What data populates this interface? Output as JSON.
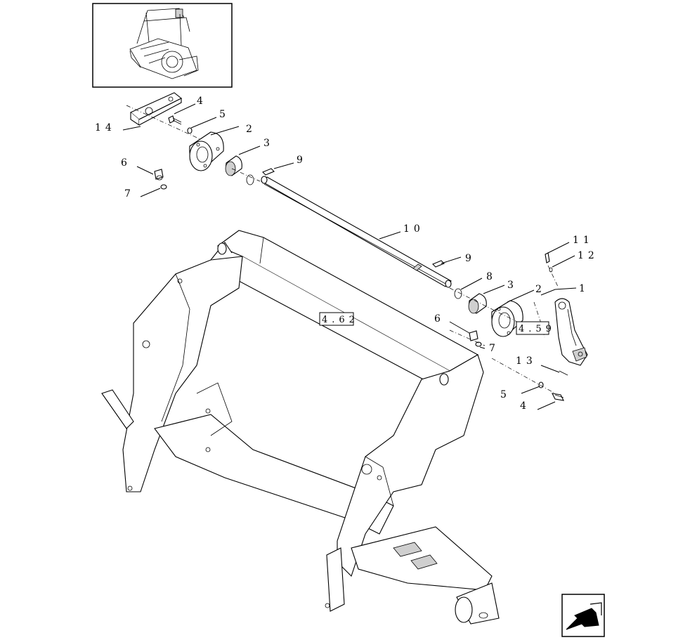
{
  "callouts": {
    "c1": "1",
    "c2a": "2",
    "c2b": "2",
    "c3a": "3",
    "c3b": "3",
    "c4a": "4",
    "c4b": "4",
    "c5a": "5",
    "c5b": "5",
    "c6a": "6",
    "c6b": "6",
    "c7a": "7",
    "c7b": "7",
    "c8": "8",
    "c9a": "9",
    "c9b": "9",
    "c10": "10",
    "c11": "11",
    "c12": "12",
    "c13": "13",
    "c14": "14"
  },
  "references": {
    "ref_frame": "4.62",
    "ref_arm": "4.59"
  }
}
